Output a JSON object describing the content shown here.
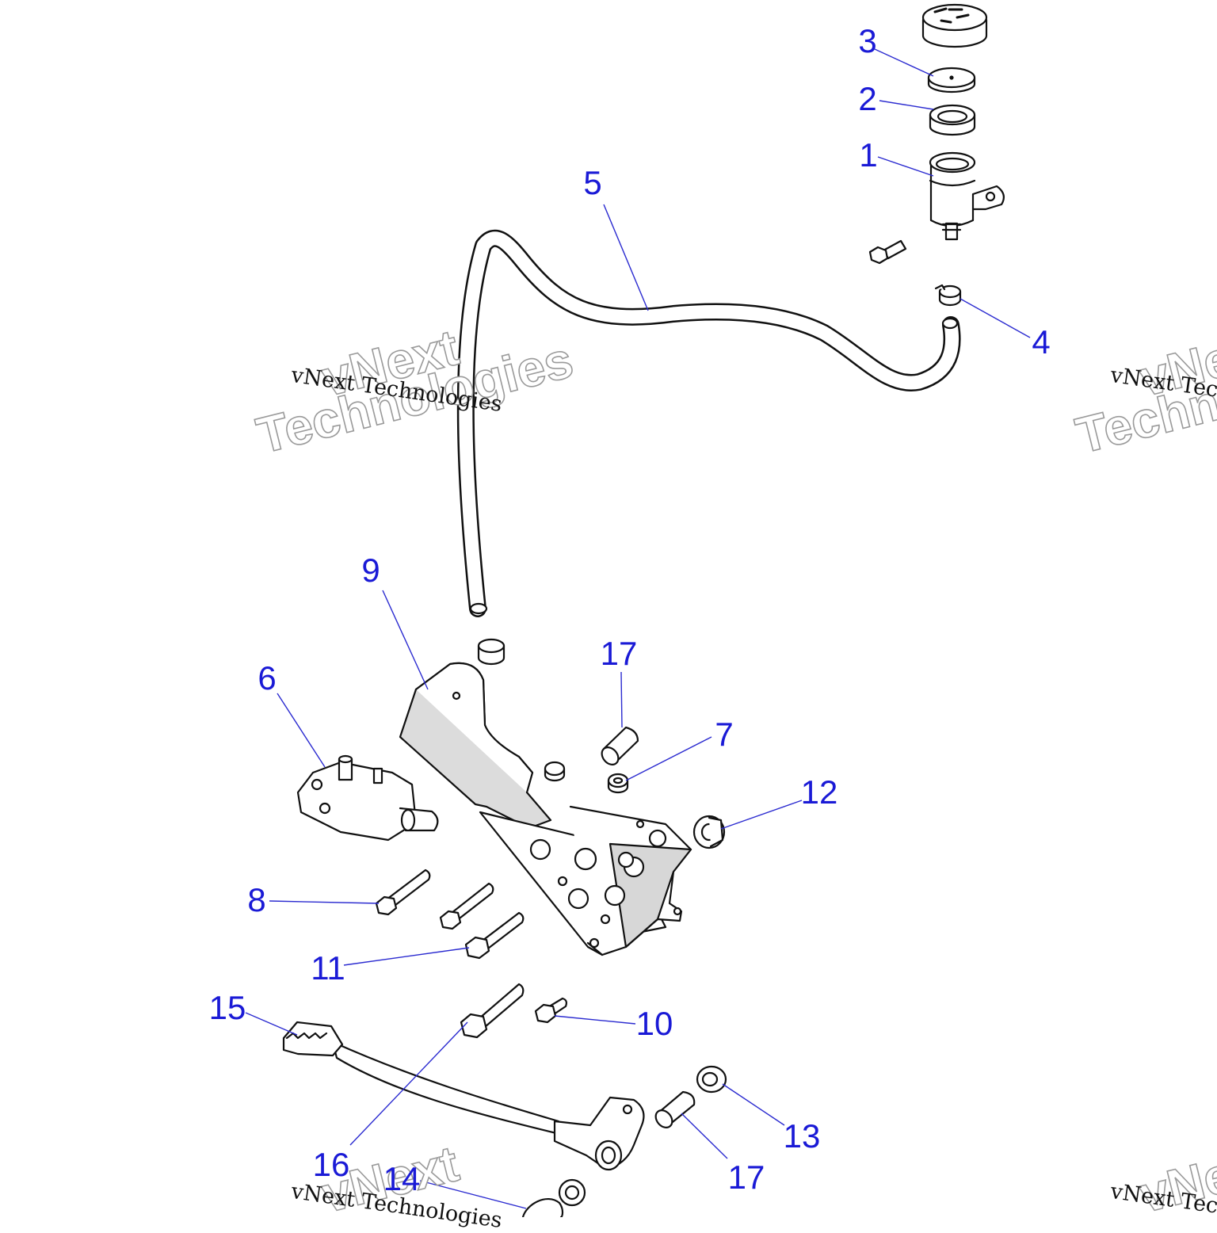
{
  "colors": {
    "callout_text": "#1a1ad6",
    "leader_line": "#2b2bd0",
    "part_stroke": "#111111",
    "part_fill": "#ffffff",
    "part_shade": "#d9d9d9",
    "watermark_outline": "#9a9a9a"
  },
  "callouts": [
    {
      "id": "c1",
      "text": "1"
    },
    {
      "id": "c2",
      "text": "2"
    },
    {
      "id": "c3",
      "text": "3"
    },
    {
      "id": "c4",
      "text": "4"
    },
    {
      "id": "c5",
      "text": "5"
    },
    {
      "id": "c6",
      "text": "6"
    },
    {
      "id": "c7",
      "text": "7"
    },
    {
      "id": "c8",
      "text": "8"
    },
    {
      "id": "c9",
      "text": "9"
    },
    {
      "id": "c10",
      "text": "10"
    },
    {
      "id": "c11",
      "text": "11"
    },
    {
      "id": "c12",
      "text": "12"
    },
    {
      "id": "c13",
      "text": "13"
    },
    {
      "id": "c14",
      "text": "14"
    },
    {
      "id": "c15",
      "text": "15"
    },
    {
      "id": "c16",
      "text": "16"
    },
    {
      "id": "c17a",
      "text": "17"
    },
    {
      "id": "c17b",
      "text": "17"
    }
  ],
  "watermark": {
    "line_small": "vNext Technologies",
    "big_word_1": "vNext",
    "big_word_2": "Technologies"
  }
}
